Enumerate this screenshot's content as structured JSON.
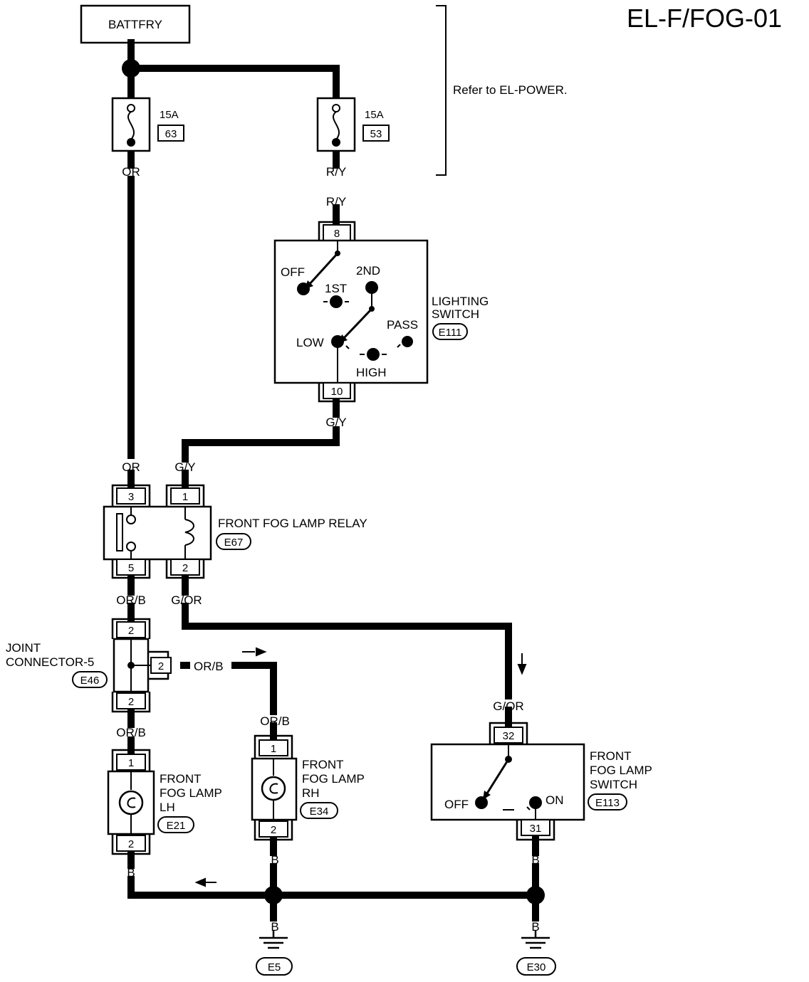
{
  "title": "EL-F/FOG-01",
  "note": "Refer to EL-POWER.",
  "battery": "BATTFRY",
  "fuses": [
    {
      "amp": "15A",
      "num": "63"
    },
    {
      "amp": "15A",
      "num": "53"
    }
  ],
  "wires": {
    "or": "OR",
    "ry": "R/Y",
    "gy": "G/Y",
    "orb": "OR/B",
    "gor": "G/OR",
    "b": "B"
  },
  "lighting_switch": {
    "name_line1": "LIGHTING",
    "name_line2": "SWITCH",
    "connector": "E111",
    "pin_top": "8",
    "pin_bottom": "10",
    "positions": {
      "off": "OFF",
      "first": "1ST",
      "second": "2ND",
      "low": "LOW",
      "pass": "PASS",
      "high": "HIGH"
    }
  },
  "relay": {
    "name": "FRONT FOG LAMP RELAY",
    "connector": "E67",
    "pins": {
      "p3": "3",
      "p1": "1",
      "p5": "5",
      "p2": "2"
    }
  },
  "joint_connector": {
    "name_line1": "JOINT",
    "name_line2": "CONNECTOR-5",
    "connector": "E46",
    "pin": "2"
  },
  "fog_lamp_lh": {
    "line1": "FRONT",
    "line2": "FOG LAMP",
    "line3": "LH",
    "connector": "E21",
    "pin1": "1",
    "pin2": "2"
  },
  "fog_lamp_rh": {
    "line1": "FRONT",
    "line2": "FOG LAMP",
    "line3": "RH",
    "connector": "E34",
    "pin1": "1",
    "pin2": "2"
  },
  "fog_switch": {
    "line1": "FRONT",
    "line2": "FOG LAMP",
    "line3": "SWITCH",
    "connector": "E113",
    "pin_top": "32",
    "pin_bottom": "31",
    "off": "OFF",
    "on": "ON"
  },
  "grounds": [
    "E5",
    "E30"
  ]
}
